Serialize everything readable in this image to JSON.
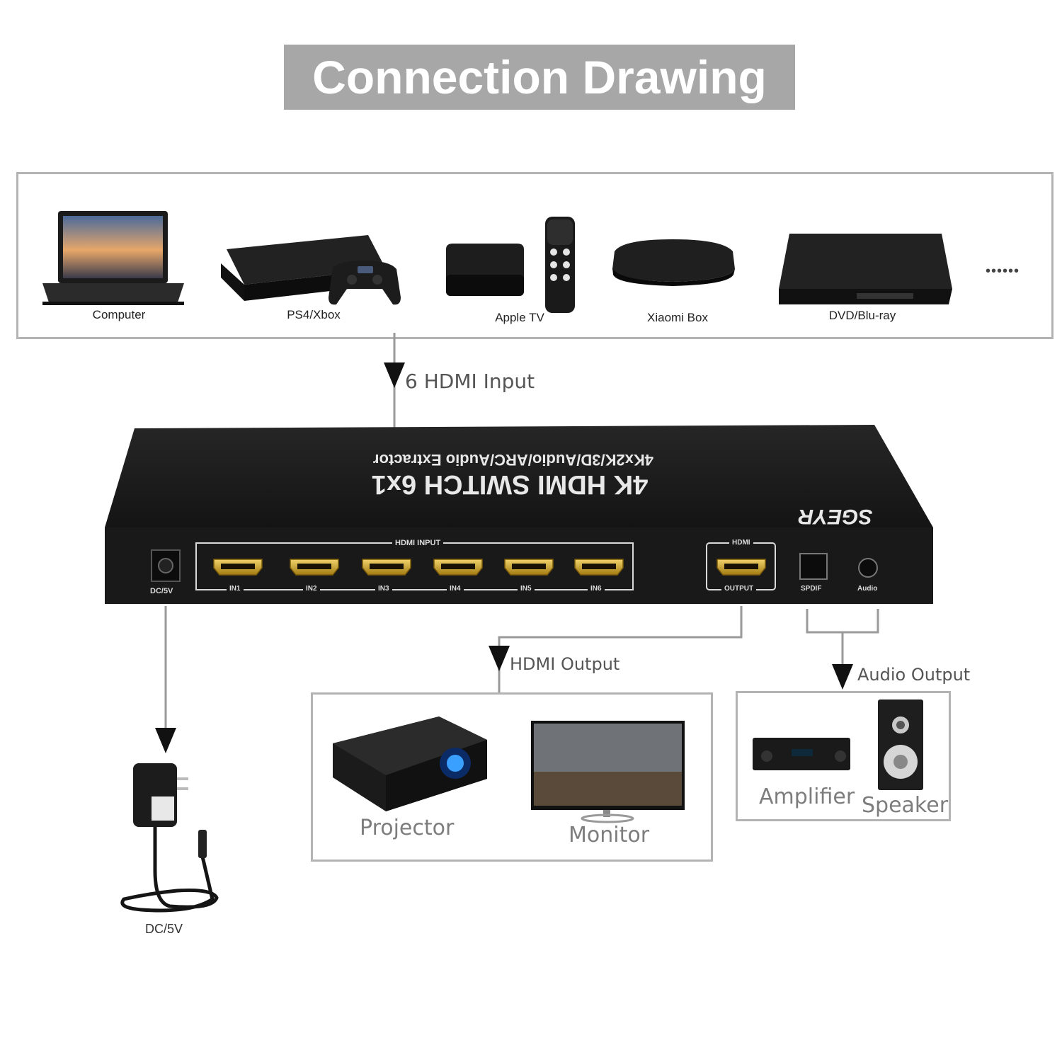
{
  "title": "Connection Drawing",
  "sources": [
    {
      "label": "Computer",
      "icon": "laptop-icon"
    },
    {
      "label": "PS4/Xbox",
      "icon": "game-console-icon"
    },
    {
      "label": "Apple TV",
      "icon": "apple-tv-icon"
    },
    {
      "label": "Xiaomi Box",
      "icon": "xiaomi-box-icon"
    },
    {
      "label": "DVD/Blu-ray",
      "icon": "dvd-player-icon"
    }
  ],
  "more_sources": "••••••",
  "input_flow_label": "6 HDMI Input",
  "device": {
    "brand": "SGEYR",
    "model": "4K HDMI SWITCH 6x1",
    "features": "4Kx2K/3D/Audio/ARC/Audio Extractor",
    "input_group_label": "HDMI INPUT",
    "input_ports": [
      "IN1",
      "IN2",
      "IN3",
      "IN4",
      "IN5",
      "IN6"
    ],
    "power_port_label": "DC/5V",
    "output_group_label": "HDMI",
    "output_port_label": "OUTPUT",
    "spdif_label": "SPDIF",
    "audio_label": "Audio"
  },
  "hdmi_output_label": "HDMI Output",
  "audio_output_label": "Audio Output",
  "hdmi_targets": [
    {
      "label": "Projector",
      "icon": "projector-icon"
    },
    {
      "label": "Monitor",
      "icon": "monitor-icon"
    }
  ],
  "audio_targets": [
    {
      "label": "Amplifier",
      "icon": "amplifier-icon"
    },
    {
      "label": "Speaker",
      "icon": "speaker-icon"
    }
  ],
  "power_adapter_label": "DC/5V",
  "colors": {
    "banner": "#a7a7a7",
    "line": "#9a9a9a",
    "device": "#1c1c1c",
    "port_gold": "#c9a227"
  }
}
